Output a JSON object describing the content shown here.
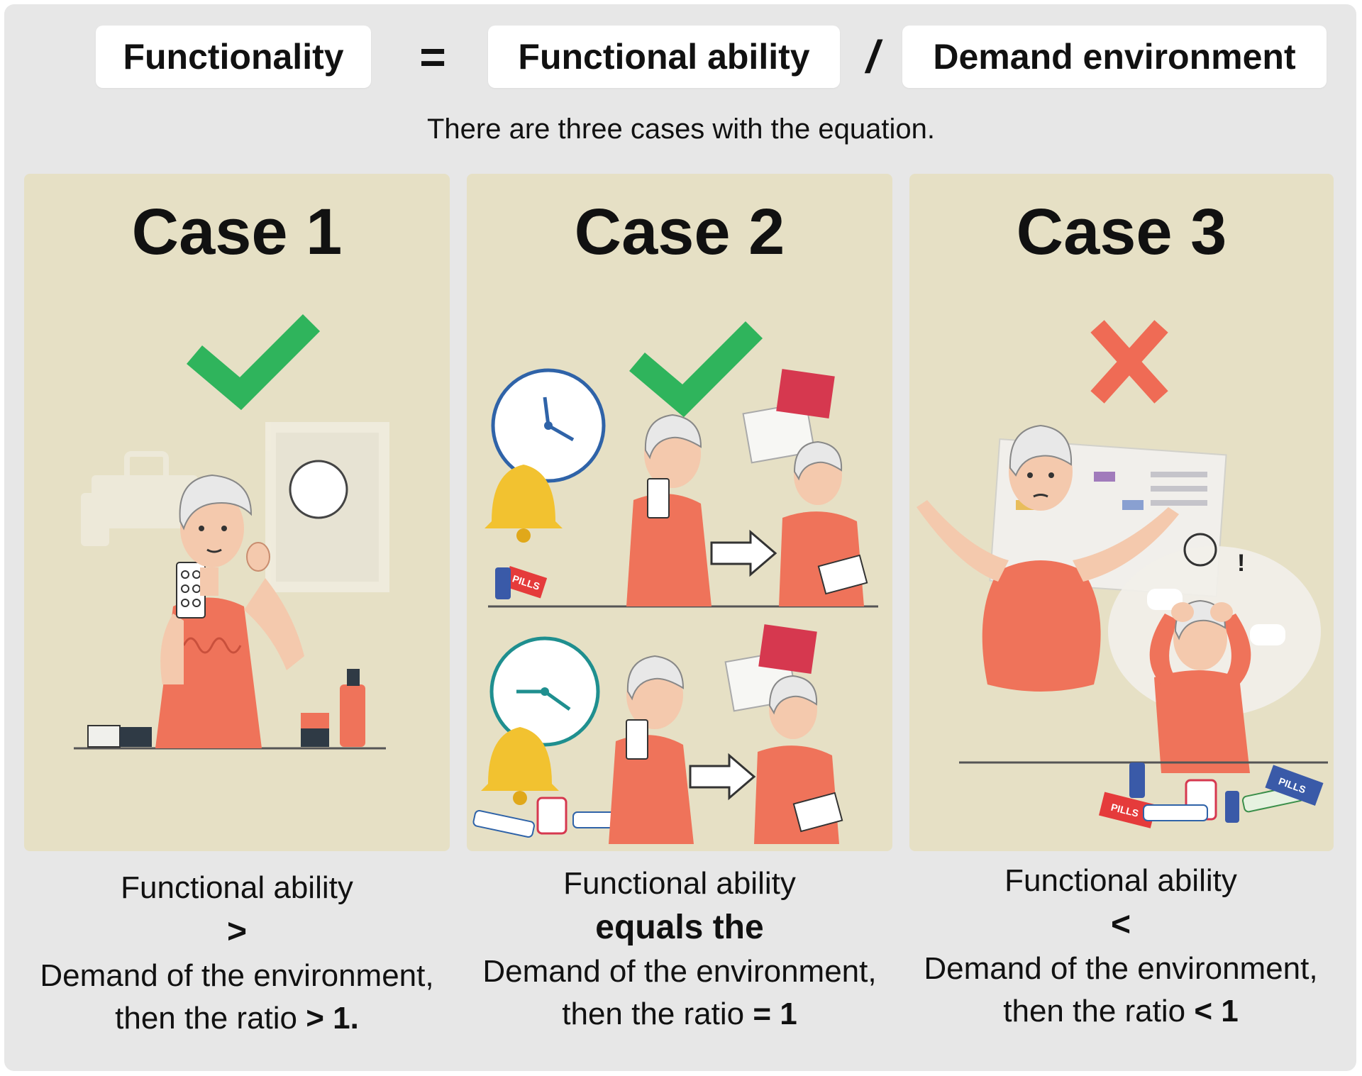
{
  "equation": {
    "left": "Functionality",
    "equals": "=",
    "numerator": "Functional ability",
    "divide": "/",
    "denominator": "Demand environment"
  },
  "subtitle": "There are three cases with the equation.",
  "cases": [
    {
      "title": "Case 1",
      "mark": "check-icon",
      "caption_line1": "Functional ability",
      "caption_relation": ">",
      "caption_line3": "Demand of the environment,",
      "caption_line4_prefix": "then the ratio ",
      "caption_line4_value": "> 1."
    },
    {
      "title": "Case 2",
      "mark": "check-icon",
      "caption_line1": "Functional ability",
      "caption_relation": "equals the",
      "caption_line3": "Demand of the environment,",
      "caption_line4_prefix": "then the ratio ",
      "caption_line4_value": "= 1"
    },
    {
      "title": "Case 3",
      "mark": "cross-icon",
      "caption_line1": "Functional ability",
      "caption_relation": "<",
      "caption_line3": "Demand of the environment,",
      "caption_line4_prefix": "then the ratio ",
      "caption_line4_value": "< 1"
    }
  ],
  "illustration_labels": {
    "pills_box": "PILLS"
  },
  "colors": {
    "background": "#e7e7e7",
    "panel": "#e6e0c5",
    "check": "#2fb45c",
    "cross": "#ef6b55",
    "shirt": "#ef735a",
    "bell": "#f2c230",
    "clock_blue": "#2f63a8",
    "clock_teal": "#1f8f8f"
  }
}
